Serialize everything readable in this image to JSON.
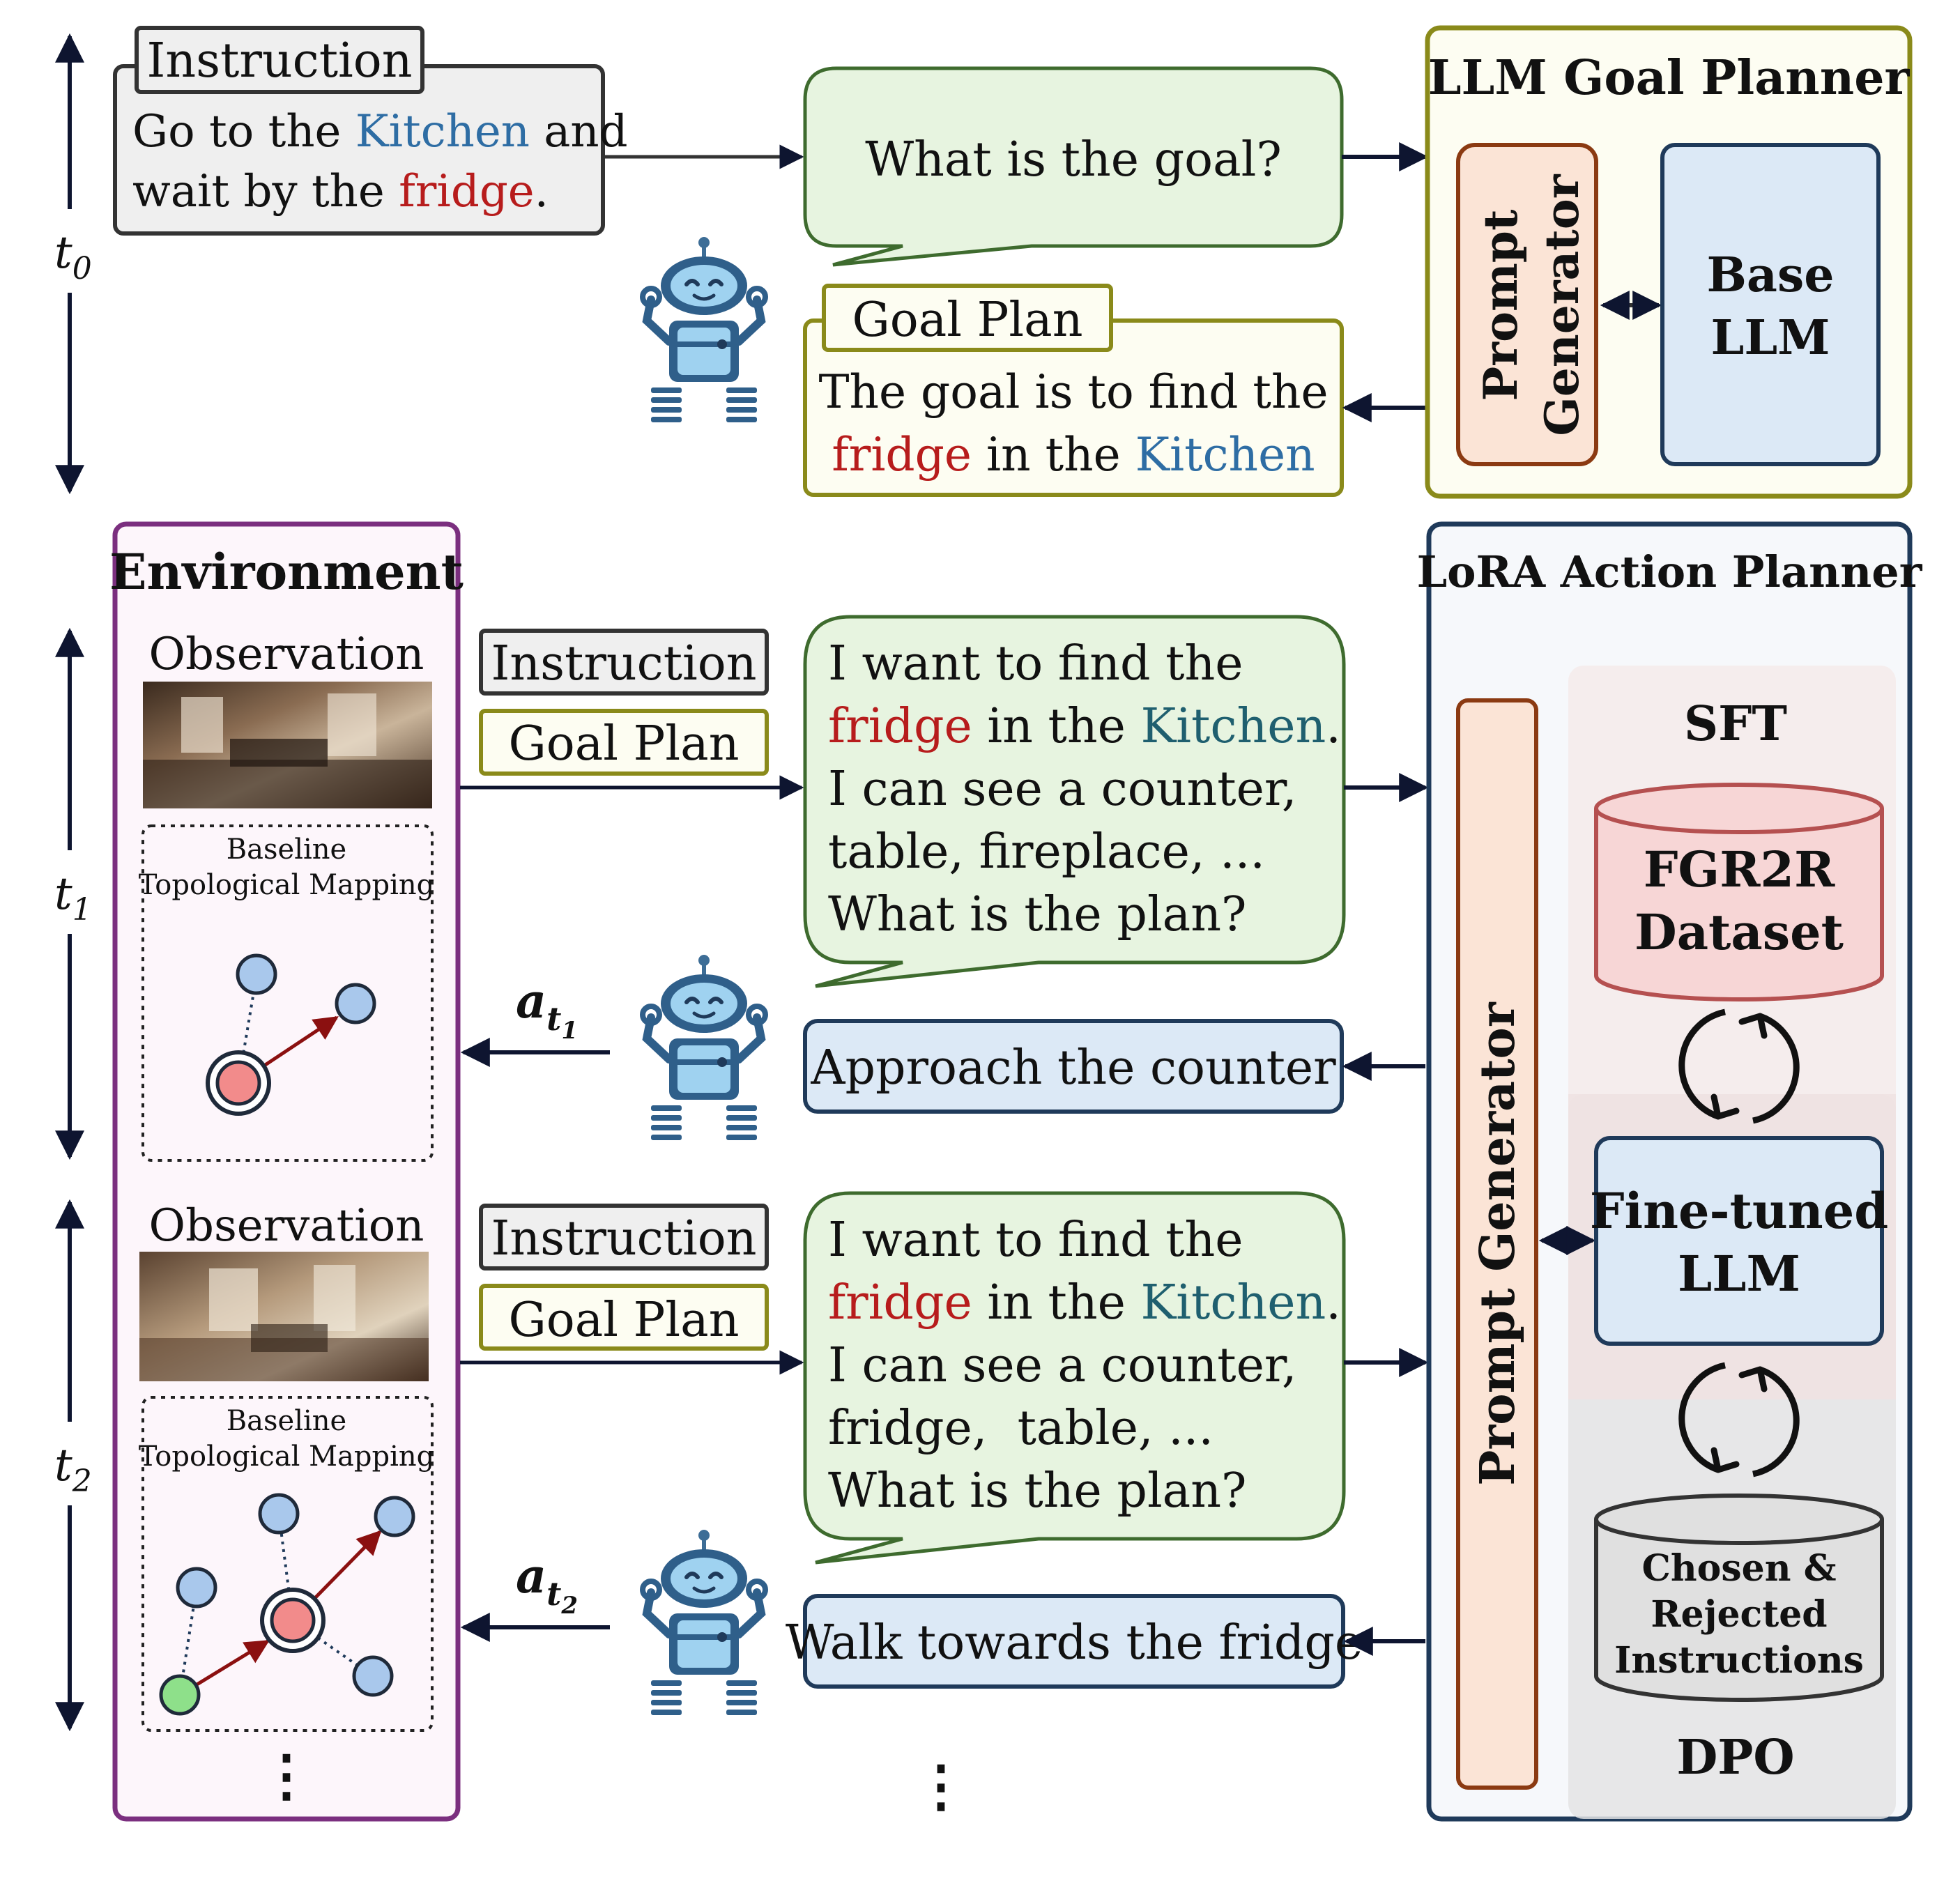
{
  "colors": {
    "kitchen": "#2e6da4",
    "fridge": "#b71c1c",
    "goal_border": "#8a8a1a",
    "lora_border": "#1f3a5a",
    "env_border": "#7b2f7f",
    "bubble_fill": "#e7f4e0",
    "bubble_border": "#3e6b2e",
    "action_fill": "#dce9f6",
    "prompt_fill": "#fbe4d6",
    "prompt_border": "#8b3a12",
    "base_llm_fill": "#dce9f6",
    "dataset_fill": "#f7d6d6",
    "dpo_fill": "#e0e0e0"
  },
  "time_labels": {
    "t0": {
      "base": "t",
      "sub": "0"
    },
    "t1": {
      "base": "t",
      "sub": "1"
    },
    "t2": {
      "base": "t",
      "sub": "2"
    }
  },
  "top": {
    "instruction_tag": "Instruction",
    "instruction_line1": {
      "pre": "Go to the ",
      "kitchen": "Kitchen",
      "post": " and"
    },
    "instruction_line2": {
      "pre": "wait by the ",
      "fridge": "fridge",
      "post": "."
    },
    "question": "What is the goal?",
    "goal_plan_tag": "Goal Plan",
    "goal_line1": "The goal is to find the",
    "goal_line2": {
      "fridge": "fridge",
      "mid": " in the ",
      "kitchen": "Kitchen"
    }
  },
  "goal_planner": {
    "title": "LLM Goal Planner",
    "prompt_generator_line1": "Prompt",
    "prompt_generator_line2": "Generator",
    "base_llm_line1": "Base",
    "base_llm_line2": "LLM"
  },
  "environment": {
    "title": "Environment",
    "observation_label": "Observation",
    "map_label_line1": "Baseline",
    "map_label_line2": "Topological Mapping",
    "ellipsis": "⋮"
  },
  "step1": {
    "instruction_tag": "Instruction",
    "goal_plan_tag": "Goal Plan",
    "bubble_line1": "I want to find the",
    "bubble_line2": {
      "fridge": "fridge",
      "mid": " in the ",
      "kitchen": "Kitchen",
      "post": "."
    },
    "bubble_line3": "I can see a counter,",
    "bubble_line4": "table, fireplace, ...",
    "bubble_line5": "What is the plan?",
    "action_label": {
      "base": "a",
      "sub": "t",
      "subsub": "1"
    },
    "action_text": "Approach the counter"
  },
  "step2": {
    "instruction_tag": "Instruction",
    "goal_plan_tag": "Goal Plan",
    "bubble_line1": "I want to find the",
    "bubble_line2": {
      "fridge": "fridge",
      "mid": " in the ",
      "kitchen": "Kitchen",
      "post": "."
    },
    "bubble_line3": "I can see a counter,",
    "bubble_line4": "fridge,  table, ...",
    "bubble_line5": "What is the plan?",
    "action_label": {
      "base": "a",
      "sub": "t",
      "subsub": "2"
    },
    "action_text": "Walk towards the fridge"
  },
  "bottom_ellipsis": "⋮",
  "lora_planner": {
    "title": "LoRA Action Planner",
    "prompt_generator": "Prompt Generator",
    "sft": "SFT",
    "dataset_line1": "FGR2R",
    "dataset_line2": "Dataset",
    "finetuned_line1": "Fine-tuned",
    "finetuned_line2": "LLM",
    "dpo_data_line1": "Chosen &",
    "dpo_data_line2": "Rejected",
    "dpo_data_line3": "Instructions",
    "dpo": "DPO"
  }
}
